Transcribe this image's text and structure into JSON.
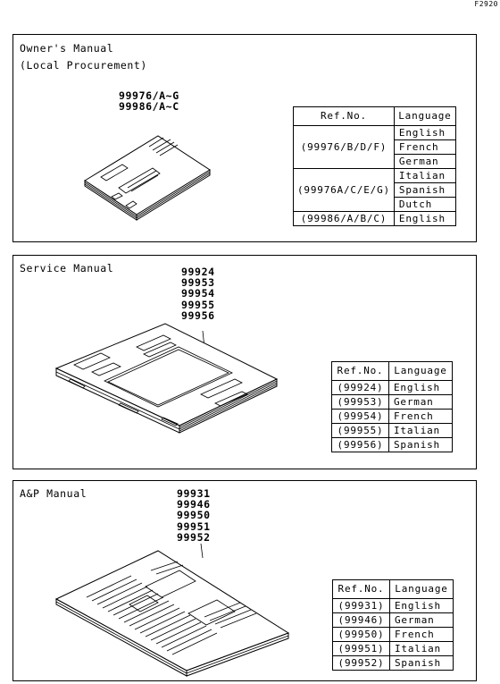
{
  "figure_id": "F2920",
  "owners_manual": {
    "title_line1": "Owner's Manual",
    "title_line2": "(Local Procurement)",
    "part_numbers": [
      "99976/A~G",
      "99986/A~C"
    ],
    "table": {
      "header_ref": "Ref.No.",
      "header_lang": "Language",
      "groups": [
        {
          "ref": "(99976/B/D/F)",
          "languages": [
            "English",
            "French",
            "German"
          ]
        },
        {
          "ref": "(99976A/C/E/G)",
          "languages": [
            "Italian",
            "Spanish",
            "Dutch"
          ]
        },
        {
          "ref": "(99986/A/B/C)",
          "languages": [
            "English"
          ]
        }
      ]
    }
  },
  "service_manual": {
    "title": "Service Manual",
    "part_numbers": [
      "99924",
      "99953",
      "99954",
      "99955",
      "99956"
    ],
    "table": {
      "header_ref": "Ref.No.",
      "header_lang": "Language",
      "rows": [
        {
          "ref": "(99924)",
          "lang": "English"
        },
        {
          "ref": "(99953)",
          "lang": "German"
        },
        {
          "ref": "(99954)",
          "lang": "French"
        },
        {
          "ref": "(99955)",
          "lang": "Italian"
        },
        {
          "ref": "(99956)",
          "lang": "Spanish"
        }
      ]
    }
  },
  "ap_manual": {
    "title": "A&P Manual",
    "part_numbers": [
      "99931",
      "99946",
      "99950",
      "99951",
      "99952"
    ],
    "table": {
      "header_ref": "Ref.No.",
      "header_lang": "Language",
      "rows": [
        {
          "ref": "(99931)",
          "lang": "English"
        },
        {
          "ref": "(99946)",
          "lang": "German"
        },
        {
          "ref": "(99950)",
          "lang": "French"
        },
        {
          "ref": "(99951)",
          "lang": "Italian"
        },
        {
          "ref": "(99952)",
          "lang": "Spanish"
        }
      ]
    }
  }
}
